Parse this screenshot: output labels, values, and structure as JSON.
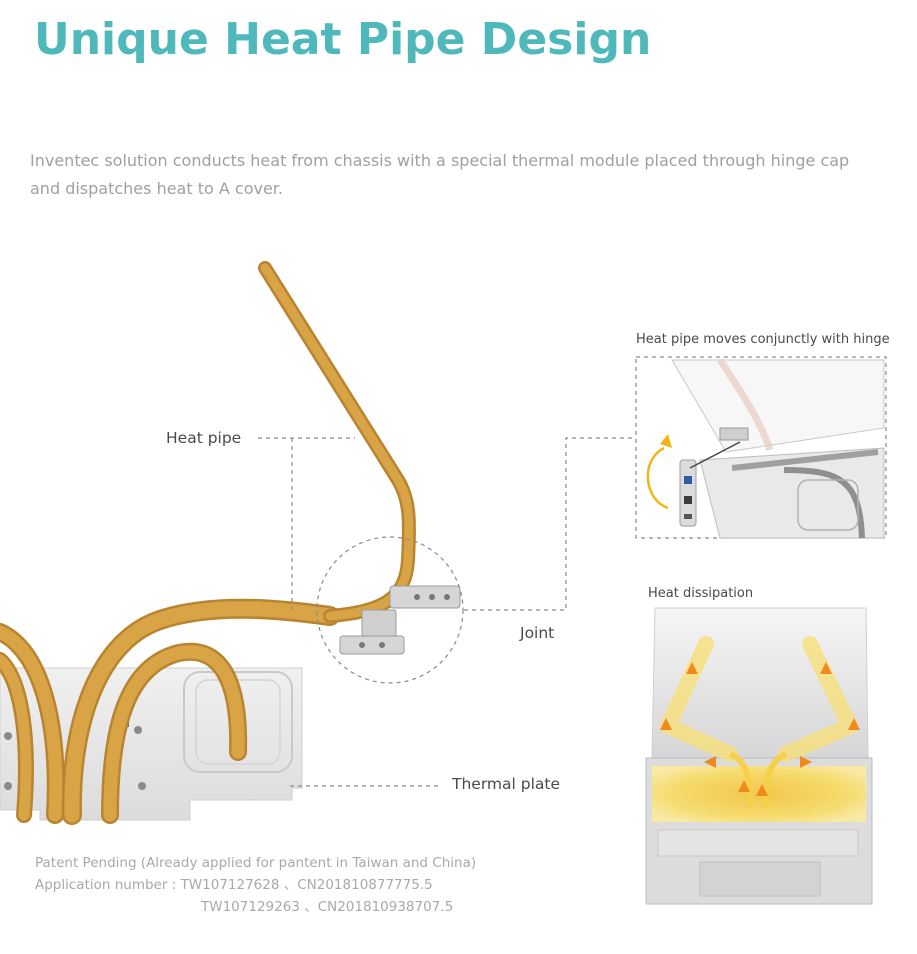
{
  "title": "Unique Heat Pipe Design",
  "description": "Inventec solution conducts heat from chassis with a special thermal module placed through hinge cap and dispatches heat to A cover.",
  "labels": {
    "heat_pipe": "Heat pipe",
    "joint": "Joint",
    "thermal_plate": "Thermal plate",
    "hinge_caption": "Heat pipe moves conjunctly with hinge",
    "dissipation_caption": "Heat dissipation"
  },
  "patent": {
    "line1": "Patent Pending (Already applied for pantent in Taiwan and China)",
    "line2": "Application number : TW107127628 、CN201810877775.5",
    "line3": "TW107129263 、CN201810938707.5"
  },
  "colors": {
    "accent": "#4fb8bb",
    "copper": "#d9a446",
    "copper_edge": "#b98430",
    "plate": "#e6e6e6",
    "heat_glow": "#f7d54a",
    "arrow": "#f08a1c"
  }
}
